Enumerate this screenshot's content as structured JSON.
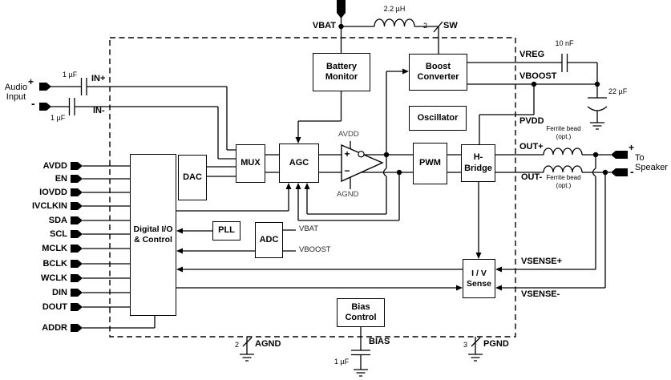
{
  "blocks": {
    "battery_monitor": "Battery\nMonitor",
    "boost_converter": "Boost\nConverter",
    "oscillator": "Oscillator",
    "mux": "MUX",
    "agc": "AGC",
    "pwm": "PWM",
    "h_bridge": "H-\nBridge",
    "dac": "DAC",
    "digital_io": "Digital I/O\n& Control",
    "pll": "PLL",
    "adc": "ADC",
    "iv_sense": "I / V\nSense",
    "bias_control": "Bias\nControl"
  },
  "pins_left": [
    "AVDD",
    "EN",
    "IOVDD",
    "IVCLKIN",
    "SDA",
    "SCL",
    "MCLK",
    "BCLK",
    "WCLK",
    "DIN",
    "DOUT",
    "ADDR"
  ],
  "boundary": {
    "vbat": "VBAT",
    "sw": "SW",
    "sw_count": "2",
    "vreg": "VREG",
    "vboost": "VBOOST",
    "pvdd": "PVDD",
    "out_pos": "OUT+",
    "out_neg": "OUT-",
    "vsense_pos": "VSENSE+",
    "vsense_neg": "VSENSE-",
    "in_pos": "IN+",
    "in_neg": "IN-",
    "bias": "BIAS",
    "agnd": "AGND",
    "agnd_count": "2",
    "pgnd": "PGND",
    "pgnd_count": "3"
  },
  "values": {
    "inductor": "2.2 µH",
    "cap_vreg": "10 nF",
    "cap_vboost": "22 µF",
    "cap_in_pos": "1 µF",
    "cap_in_neg": "1 µF",
    "cap_bias": "1 µF",
    "ferrite_pos": "Ferrite bead",
    "ferrite_pos_opt": "(opt.)",
    "ferrite_neg": "Ferrite bead",
    "ferrite_neg_opt": "(opt.)",
    "amp_avdd": "AVDD",
    "amp_agnd": "AGND",
    "adc_vbat": "VBAT",
    "adc_vboost": "VBOOST"
  },
  "external": {
    "audio_input": "Audio\nInput",
    "audio_plus": "+",
    "audio_minus": "-",
    "to_speaker": "To\nSpeaker",
    "speaker_plus": "+",
    "speaker_minus": "-"
  },
  "amp": {
    "plus": "+",
    "minus": "−"
  },
  "colors": {
    "wire": "#000000",
    "background": "#ffffff",
    "muted_label": "#3d3d3d"
  }
}
